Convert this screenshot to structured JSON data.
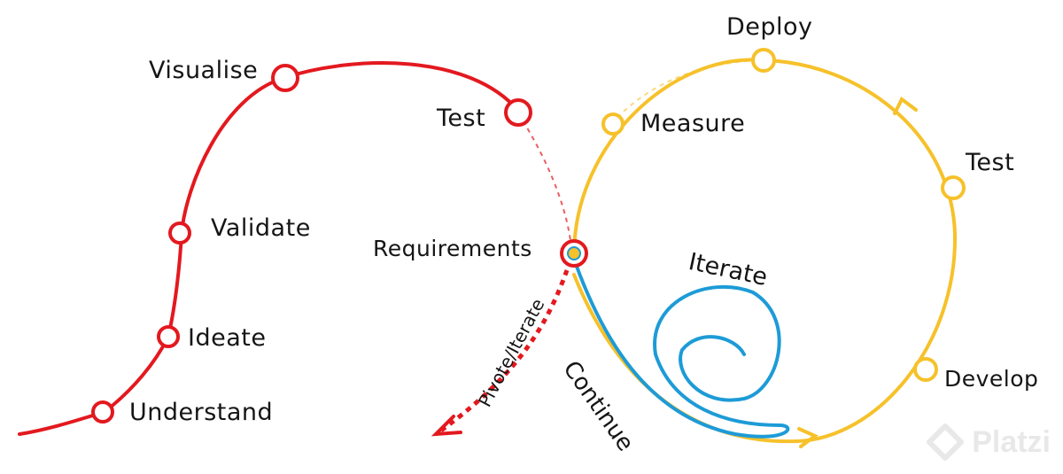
{
  "stages": {
    "understand": "Understand",
    "ideate": "Ideate",
    "validate": "Validate",
    "visualise": "Visualise",
    "test_left": "Test",
    "requirements": "Requirements",
    "measure": "Measure",
    "deploy": "Deploy",
    "test_right": "Test",
    "develop": "Develop",
    "iterate": "Iterate",
    "continue": "Continue",
    "pivot": "Pivote/Iterate"
  },
  "watermark": "Platzi",
  "colors": {
    "red": "#e3191f",
    "yellow": "#f6c12a",
    "blue": "#1d9bd7",
    "text": "#151515"
  }
}
